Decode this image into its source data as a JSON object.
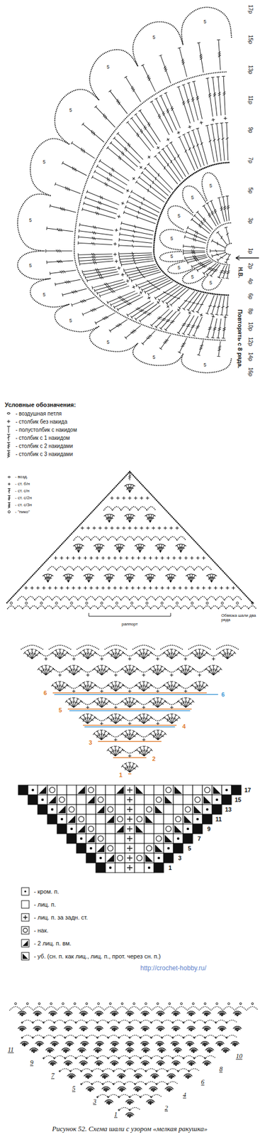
{
  "diagram": {
    "caption": "Рисунок 52. Схема шали с узором «мелкая ракушка»",
    "labels": [
      "17р",
      "15р",
      "13р",
      "11р",
      "9р",
      "7р",
      "5р",
      "3р",
      "1р",
      "2р",
      "4р",
      "6р",
      "8р",
      "10р",
      "12р",
      "14р",
      "16р",
      "Н.В.",
      "Повторять с 8 ряда.",
      "5",
      "5",
      "5",
      "5",
      "5",
      "5",
      "5",
      "5",
      "5",
      "5",
      "5",
      "5",
      "5",
      "5",
      "5",
      "5",
      "5",
      "5",
      "5",
      "5",
      "Условные обозначения:",
      "раппорт",
      "Обвязка шали два ряда",
      "1",
      "3",
      "5",
      "2",
      "4",
      "6",
      "6",
      "17",
      "15",
      "13",
      "11",
      "9",
      "7",
      "5",
      "3",
      "1",
      "http://crochet-hobby.ru/",
      "11",
      "10",
      "9",
      "8",
      "7",
      "6",
      "5",
      "4",
      "3",
      "2",
      "1"
    ],
    "legend": [
      {
        "text": "- воздушная петля"
      },
      {
        "text": "- столбик без накида"
      },
      {
        "text": "- полустолбик с накидом"
      },
      {
        "text": "- столбик с 1 накидом"
      },
      {
        "text": "- столбик с 2 накидами"
      },
      {
        "text": "- столбик с 3 накидами"
      },
      {
        "text": "- возд."
      },
      {
        "text": "- ст. б/н"
      },
      {
        "text": "- ст. с/н"
      },
      {
        "text": "- ст. с/2н"
      },
      {
        "text": "- ст. с/3н"
      },
      {
        "text": "- \"пико\""
      },
      {
        "text": "- кром. п."
      },
      {
        "text": "- лиц. п."
      },
      {
        "text": "- лиц. п. за задн. ст."
      },
      {
        "text": "- нак."
      },
      {
        "text": "- 2 лиц. п. вм."
      },
      {
        "text": "- уб. (сн. п. как лиц., лиц. п., прот. через сн. п.)"
      }
    ]
  }
}
